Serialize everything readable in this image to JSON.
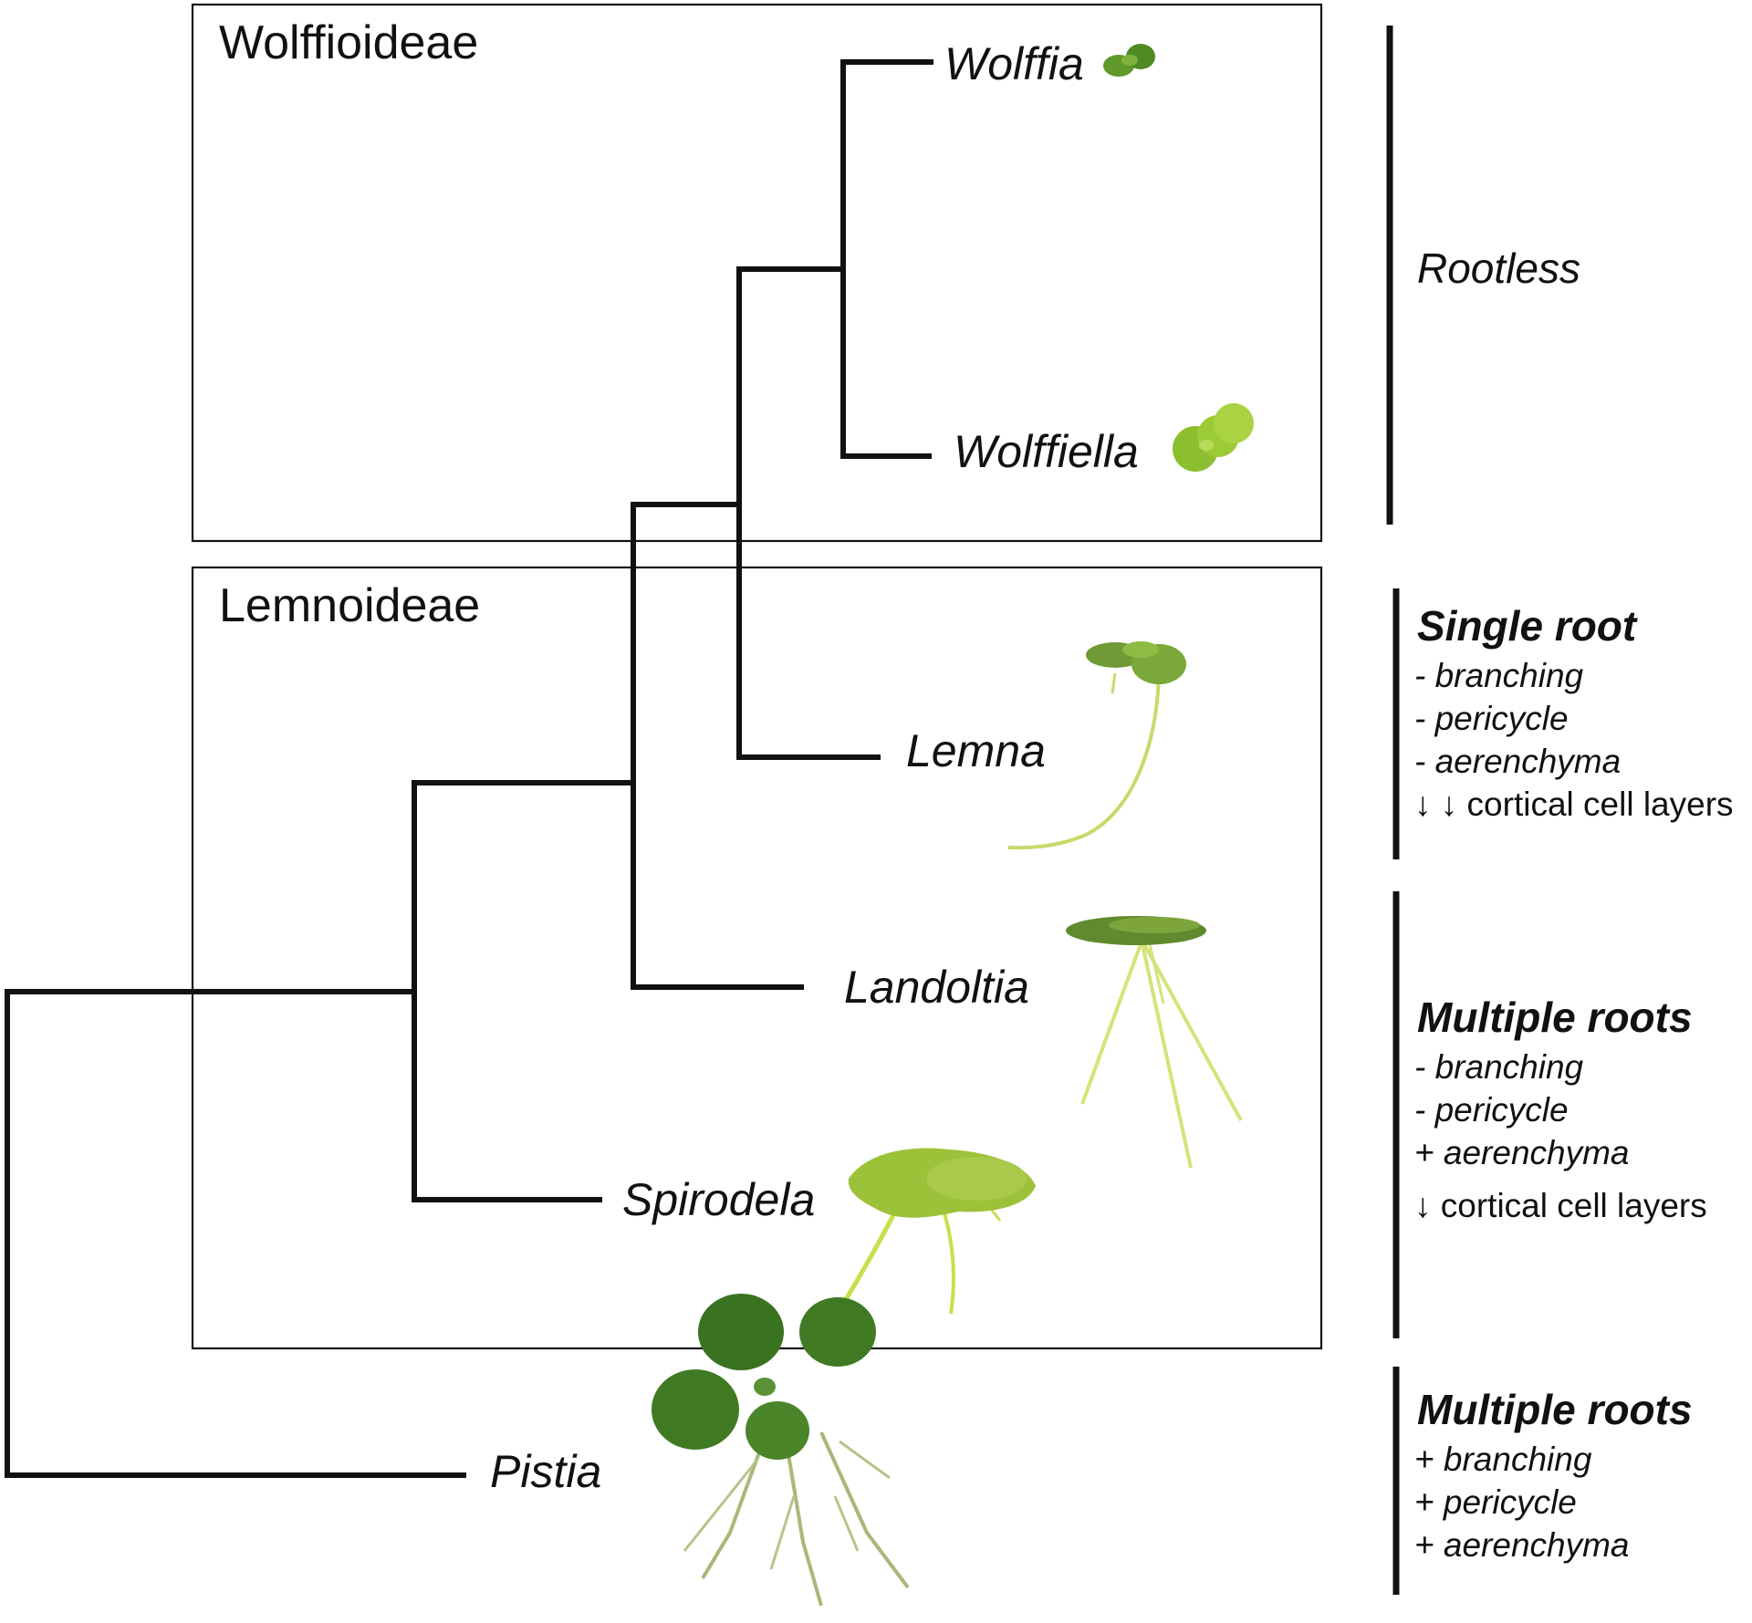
{
  "subfamilies": [
    {
      "name": "Wolffioideae"
    },
    {
      "name": "Lemnoideae"
    }
  ],
  "genera": [
    "Wolffia",
    "Wolffiella",
    "Lemna",
    "Landoltia",
    "Spirodela",
    "Pistia"
  ],
  "traits": {
    "rootless": {
      "label": "Rootless"
    },
    "single_root": {
      "heading": "Single root",
      "items": [
        "- branching",
        "- pericycle",
        "- aerenchyma",
        "↓ ↓ cortical cell layers"
      ]
    },
    "multiple_roots_lemnoideae": {
      "heading": "Multiple roots",
      "items": [
        "- branching",
        "- pericycle",
        "+ aerenchyma",
        "↓  cortical cell layers"
      ]
    },
    "multiple_roots_pistia": {
      "heading": "Multiple roots",
      "items": [
        "+ branching",
        "+ pericycle",
        "+ aerenchyma"
      ]
    }
  },
  "colors": {
    "line": "#111111",
    "frond_light": "#9cc23a",
    "frond_mid": "#7fae2e",
    "frond_dark": "#3f7a22",
    "root": "#c9d96a"
  }
}
